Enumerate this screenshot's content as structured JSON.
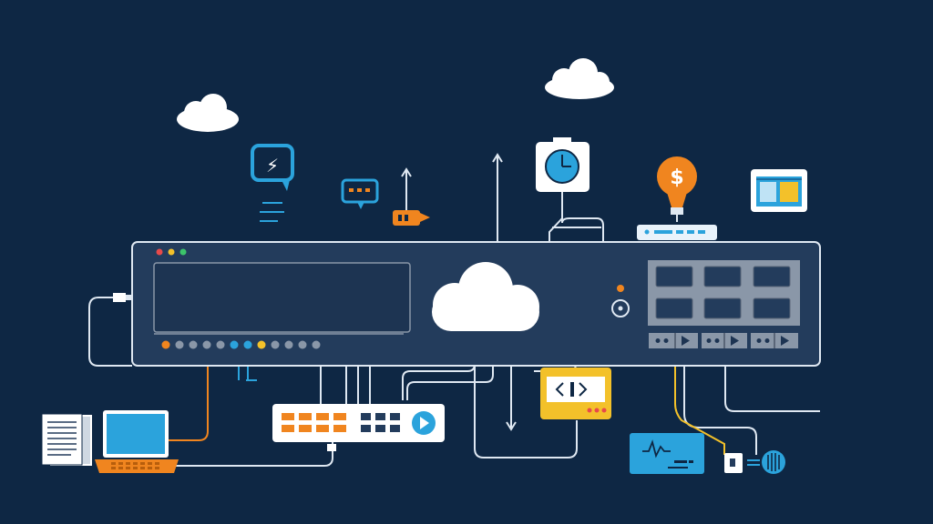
{
  "title": "",
  "icons": {
    "dollar_glyph": "$",
    "alert_glyph": "⚡"
  },
  "colors": {
    "background": "#0e2744",
    "panel": "#233c5c",
    "line": "#dfe8f2",
    "orange": "#f0851f",
    "blue": "#2ba3dc",
    "yellow": "#f3c12a",
    "slate": "#8a97a8",
    "dark_slate": "#5a6678"
  },
  "main_device": {
    "window_dots": [
      "red",
      "yellow",
      "green"
    ],
    "status_lights": [
      "orange",
      "grey",
      "grey",
      "grey",
      "grey",
      "blue",
      "blue",
      "yellow",
      "grey",
      "grey",
      "grey",
      "grey"
    ]
  },
  "switch_unit": {
    "ports_orange": 8,
    "ports_dark": 6
  }
}
